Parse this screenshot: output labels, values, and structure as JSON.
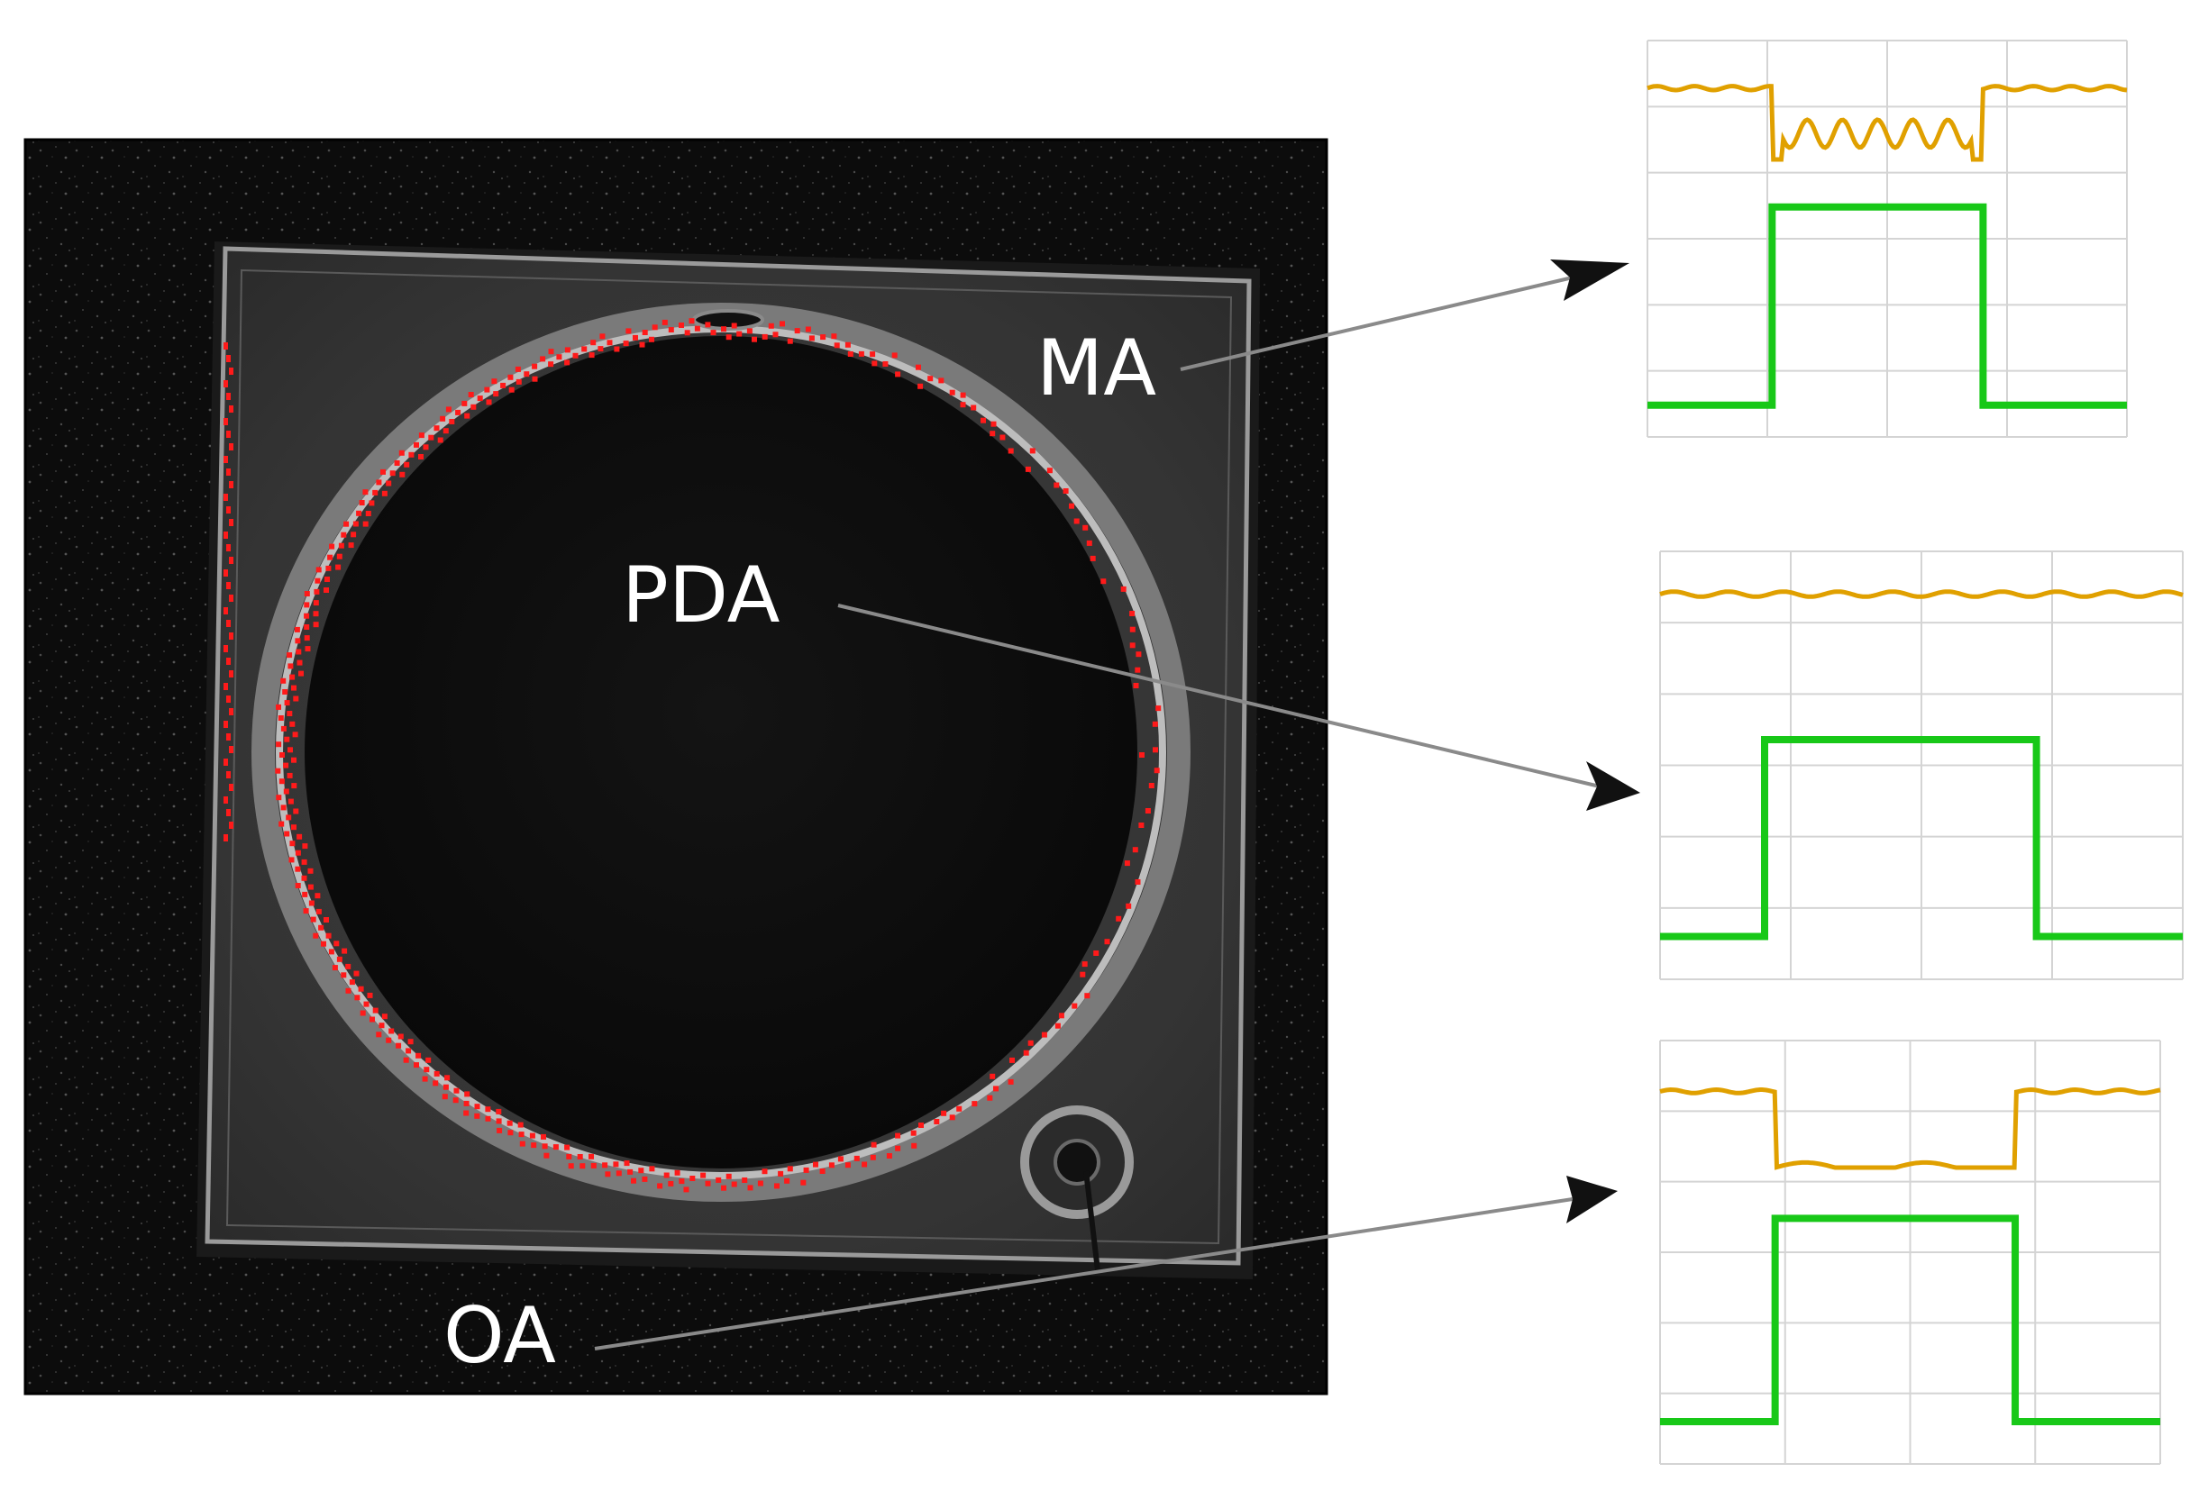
{
  "labels": {
    "ma": "MA",
    "pda": "PDA",
    "oa": "OA"
  },
  "colors": {
    "background": "#ffffff",
    "photo_frame": "#0a0a0a",
    "membrane": "#3a3a3a",
    "detection_marks": "#ff1a1a",
    "label_text": "#ffffff",
    "leader_line": "#8a8a8a",
    "arrow_head": "#111111",
    "grid": "#d4d4d4",
    "optical_trace": "#e0a000",
    "trigger_trace": "#18c818"
  },
  "icons": {
    "arrow": "arrow-head-icon"
  },
  "trace_panels": [
    {
      "region": "MA",
      "optical_shape": "oscillating dip",
      "optical_high": 0.88,
      "optical_low": 0.72,
      "trigger_high": 0.58,
      "trigger_low": 0.08,
      "trigger_on": 0.26,
      "trigger_off": 0.7
    },
    {
      "region": "PDA",
      "optical_shape": "flat",
      "optical_high": 0.9,
      "optical_low": 0.9,
      "trigger_high": 0.56,
      "trigger_low": 0.1,
      "trigger_on": 0.2,
      "trigger_off": 0.72
    },
    {
      "region": "OA",
      "optical_shape": "step dip",
      "optical_high": 0.88,
      "optical_low": 0.7,
      "trigger_high": 0.58,
      "trigger_low": 0.1,
      "trigger_on": 0.23,
      "trigger_off": 0.71
    }
  ]
}
